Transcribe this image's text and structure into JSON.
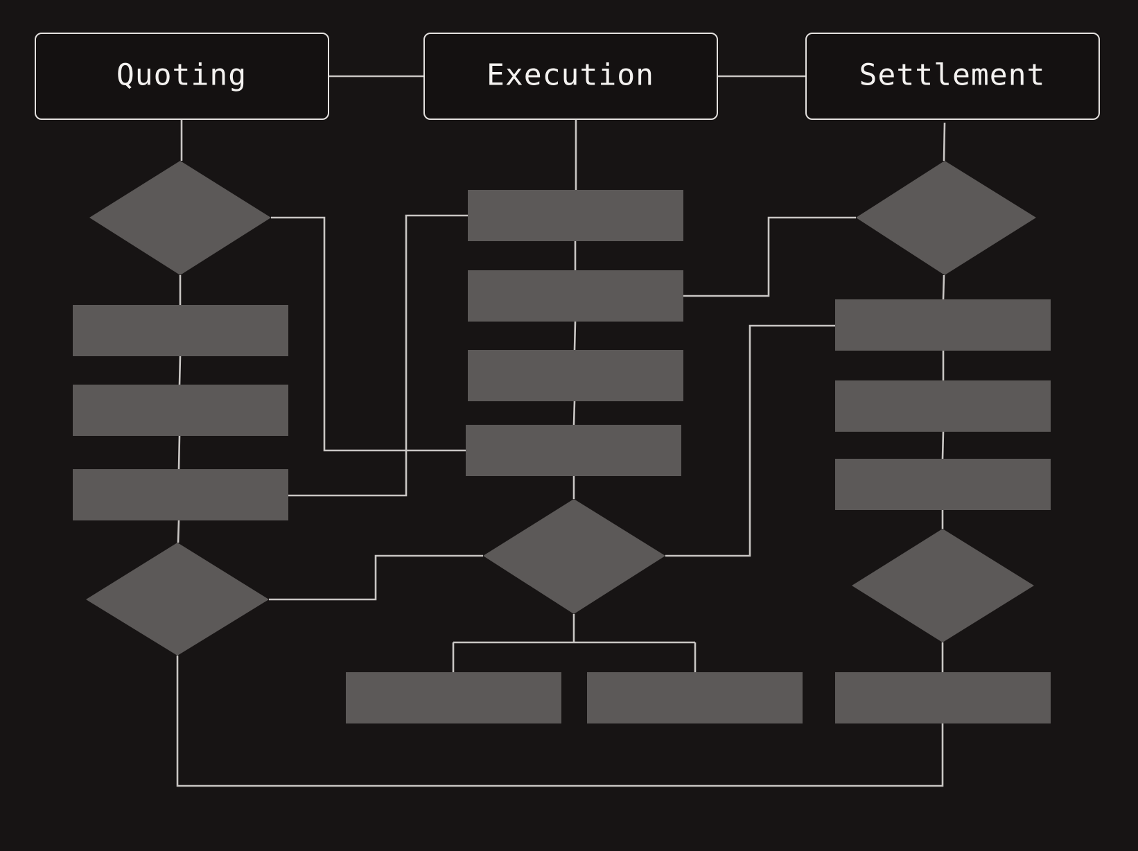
{
  "colors": {
    "background": "#171414",
    "node_fill": "#5c5958",
    "connector": "#c9c6c4",
    "header_border": "#e4e1df",
    "header_text": "#f4f2f0"
  },
  "lanes": [
    {
      "key": "quoting",
      "label": "Quoting"
    },
    {
      "key": "execution",
      "label": "Execution"
    },
    {
      "key": "settlement",
      "label": "Settlement"
    }
  ],
  "nodes": {
    "quoting": [
      "decision",
      "process",
      "process",
      "process",
      "decision"
    ],
    "execution": [
      "process",
      "process",
      "process",
      "process",
      "decision",
      "process",
      "process"
    ],
    "settlement": [
      "decision",
      "process",
      "process",
      "process",
      "decision",
      "process"
    ]
  }
}
